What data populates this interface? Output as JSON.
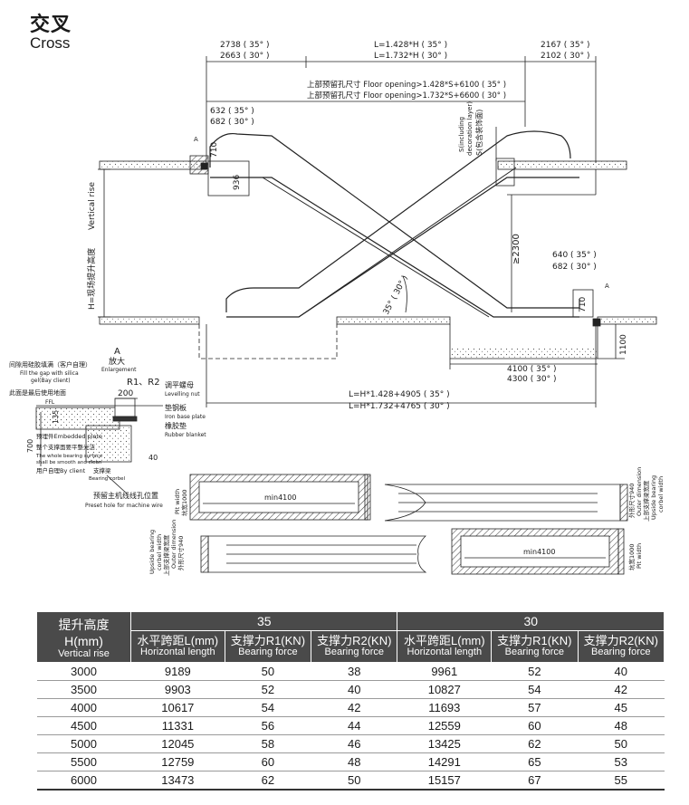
{
  "title": {
    "cn": "交叉",
    "en": "Cross"
  },
  "dims": {
    "d2738": "2738 ( 35° )",
    "d2663": "2663 ( 30° )",
    "lh35": "L=1.428*H ( 35° )",
    "lh30": "L=1.732*H ( 30° )",
    "d2167": "2167 ( 35° )",
    "d2102": "2102 ( 30° )",
    "fo35": "上部预留孔尺寸 Floor opening>1.428*S+6100 ( 35° )",
    "fo30": "上部预留孔尺寸 Floor opening>1.732*S+6600 ( 30° )",
    "d632": "632 ( 35° )",
    "d682a": "682 ( 30° )",
    "d710": "710",
    "d936": "936",
    "d2300": "≥2300",
    "s_en1": "S(including",
    "s_en2": "decoration layer)",
    "s_cn": "S(包含装饰面)",
    "vr_cn": "H=现场提升高度",
    "vr_en": "Vertical rise",
    "d640": "640 ( 35° )",
    "d682b": "682 ( 30° )",
    "angle": "35° ( 30° )",
    "d1100": "1100",
    "d4100": "4100 ( 35° )",
    "d4300": "4300 ( 30° )",
    "lh1": "L=H*1.428+4905 ( 35° )",
    "lh2": "L=H*1.732+4765 ( 30° )",
    "A": "A"
  },
  "detail": {
    "enl_a": "A",
    "enl_cn": "放大",
    "enl_en": "Enlargement",
    "gap_cn": "间隙用硅胶填满（客户自理）",
    "gap_en1": "Fill the gap with silica",
    "gap_en2": "gel(Bay client)",
    "ffl_cn": "此面是最后使用地面",
    "ffl": "FFL",
    "r1r2": "R1、R2",
    "d200": "200",
    "d135": "135",
    "d700": "700",
    "d40": "40",
    "nut_cn": "调平螺母",
    "nut_en": "Levelling nut",
    "plate_cn": "垫钢板",
    "plate_en": "Iron base plate",
    "rubber_cn": "橡胶垫",
    "rubber_en": "Rubber blanket",
    "emb": "预埋件Embedded plate",
    "smooth_cn": "整个支撑面要平整光洁",
    "smooth_en1": "The whole bearing surface",
    "smooth_en2": "shall be smooth and clean",
    "client_cn": "用户自理By client",
    "beam_cn": "支撑梁",
    "beam_en": "Bearing corbel",
    "hole_cn": "预留主机线线孔位置",
    "hole_en": "Preset hole for machine wire"
  },
  "plans": {
    "min1": "min4100",
    "min2": "min4100",
    "pit_cn": "坑宽1000",
    "pit_en": "Pit width",
    "outer_cn": "外形尺寸940",
    "outer_en": "Outer dimension",
    "corbel_cn": "上部支撑梁宽度",
    "corbel_en1": "Upside bearing",
    "corbel_en2": "corbel width"
  },
  "table": {
    "corner": {
      "cn": "提升高度",
      "m": "H(mm)",
      "en": "Vertical rise"
    },
    "g35": "35",
    "g30": "30",
    "sub": [
      {
        "cn": "水平跨距L(mm)",
        "en": "Horizontal length"
      },
      {
        "cn": "支撑力R1(KN)",
        "en": "Bearing force"
      },
      {
        "cn": "支撑力R2(KN)",
        "en": "Bearing force"
      },
      {
        "cn": "水平跨距L(mm)",
        "en": "Horizontal length"
      },
      {
        "cn": "支撑力R1(KN)",
        "en": "Bearing force"
      },
      {
        "cn": "支撑力R2(KN)",
        "en": "Bearing force"
      }
    ],
    "rows": [
      [
        "3000",
        "9189",
        "50",
        "38",
        "9961",
        "52",
        "40"
      ],
      [
        "3500",
        "9903",
        "52",
        "40",
        "10827",
        "54",
        "42"
      ],
      [
        "4000",
        "10617",
        "54",
        "42",
        "11693",
        "57",
        "45"
      ],
      [
        "4500",
        "11331",
        "56",
        "44",
        "12559",
        "60",
        "48"
      ],
      [
        "5000",
        "12045",
        "58",
        "46",
        "13425",
        "62",
        "50"
      ],
      [
        "5500",
        "12759",
        "60",
        "48",
        "14291",
        "65",
        "53"
      ],
      [
        "6000",
        "13473",
        "62",
        "50",
        "15157",
        "67",
        "55"
      ]
    ]
  }
}
